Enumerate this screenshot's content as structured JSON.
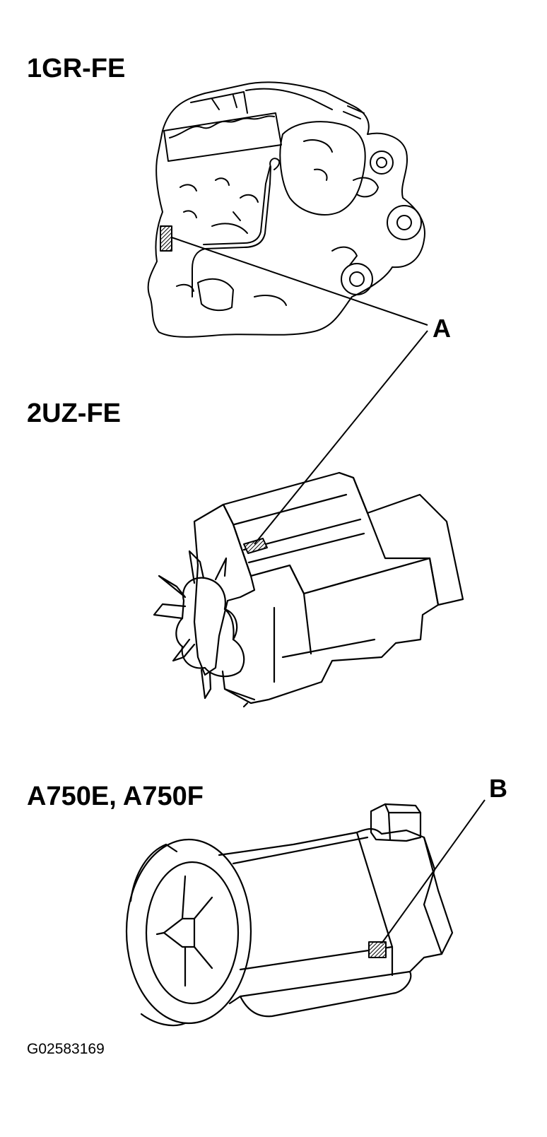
{
  "sections": [
    {
      "id": "engine-1",
      "heading": "1GR-FE"
    },
    {
      "id": "engine-2",
      "heading": "2UZ-FE"
    },
    {
      "id": "transmission",
      "heading": "A750E, A750F"
    }
  ],
  "callouts": {
    "a": "A",
    "b": "B"
  },
  "figure_id": "G02583169",
  "colors": {
    "line": "#000000",
    "background": "#ffffff"
  }
}
